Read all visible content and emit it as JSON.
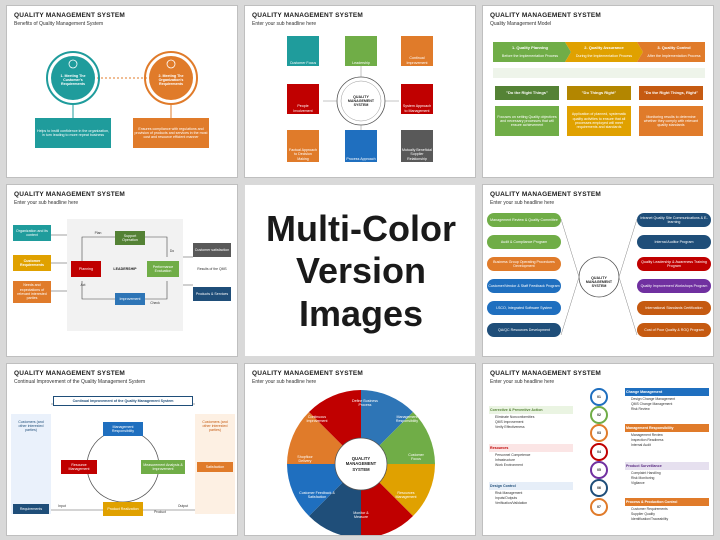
{
  "center_caption": "Multi-Color\nVersion Images",
  "slides": {
    "s1": {
      "title": "QUALITY MANAGEMENT SYSTEM",
      "subtitle": "Benefits of Quality Management System",
      "left_circle": "1. Meeting The Customer's Requirements",
      "right_circle": "2. Meeting The Organization's Requirements",
      "left_box": "Helps to instill confidence in the organization, in turn leading to more repeat business",
      "right_box": "Ensures compliance with regulations and provision of products and services in the most cost and resource efficient manner"
    },
    "s2": {
      "title": "QUALITY MANAGEMENT SYSTEM",
      "subtitle": "Enter your sub headline here",
      "center": "QUALITY MANAGEMENT SYSTEM",
      "items": [
        "Customer Focus",
        "Leadership",
        "Continual Improvement",
        "People Involvement",
        "System Approach to Management",
        "Factual Approach to Decision Making",
        "Process Approach",
        "Mutually Beneficial Supplier Relationship"
      ]
    },
    "s3": {
      "title": "QUALITY MANAGEMENT SYSTEM",
      "subtitle": "Quality Management Model",
      "steps": [
        {
          "head": "1. Quality Planning",
          "sub": "Before the Implementation Process",
          "quote": "\"Do the Right Things\"",
          "body": "Focuses on setting Quality objectives and necessary processes that will ensure achievement"
        },
        {
          "head": "2. Quality Assurance",
          "sub": "During the Implementation Process",
          "quote": "\"Do Things Right\"",
          "body": "Application of planned, systematic quality activities to ensure that all processes employed will meet requirements and standards"
        },
        {
          "head": "3. Quality Control",
          "sub": "After the Implementation Process",
          "quote": "\"Do the Right Things, Right\"",
          "body": "Monitoring results to determine whether they comply with relevant quality standards"
        }
      ]
    },
    "s4": {
      "title": "QUALITY MANAGEMENT SYSTEM",
      "subtitle": "Enter your sub headline here",
      "left_items": [
        "Organization and its context",
        "Customer Requirements",
        "Needs and expectations of relevant interested parties"
      ],
      "plan": "Plan",
      "do": "Do",
      "act": "Act",
      "check": "Check",
      "support": "Support Operation",
      "planning": "Planning",
      "leadership": "LEADERSHIP",
      "performance": "Performance Evaluation",
      "improvement": "Improvement",
      "right_top": "Customer satisfaction",
      "right_mid": "Results of the QMS",
      "right_bottom": "Products & Services"
    },
    "s6": {
      "title": "QUALITY MANAGEMENT SYSTEM",
      "subtitle": "Enter your sub headline here",
      "center": "QUALITY MANAGEMENT SYSTEM",
      "left": [
        "Management Review & Quality Committee",
        "Audit & Compliance Program",
        "Business Group Operating Procedures Development",
        "Customer/Vendor & Staff Feedback Program",
        "I-SCO, Integrated Software System",
        "QA/QC Resources Development"
      ],
      "right": [
        "Intranet Quality Site Communications & E-learning",
        "Internal Auditor Program",
        "Quality Leadership & Awareness Training Program",
        "Quality Improvement Workshops Program",
        "International Standards Certification",
        "Cost of Poor Quality & ROQ Program"
      ]
    },
    "s7": {
      "title": "QUALITY MANAGEMENT SYSTEM",
      "subtitle": "Continual Improvement of the Quality Management System",
      "banner": "Continual Improvement of the Quality Management System",
      "customers_left": "Customers (and other interested parties)",
      "customers_right": "Customers (and other interested parties)",
      "requirements": "Requirements",
      "satisfaction": "Satisfaction",
      "mgmt": "Management Responsibility",
      "resource": "Resource Management",
      "measure": "Measurement Analysis & Improvement",
      "product": "Product Realization",
      "input": "Input",
      "output": "Output",
      "product_label": "Product"
    },
    "s8": {
      "title": "QUALITY MANAGEMENT SYSTEM",
      "subtitle": "Enter your sub headline here",
      "center": "QUALITY MANAGEMENT SYSTEM",
      "segments": [
        "Define Business Process",
        "Management Responsibility",
        "Customer Focus",
        "Resources Management",
        "Monitor & Measure",
        "Customer Feedback & Satisfaction",
        "Shopfloor Delivery",
        "Continuous Improvement"
      ]
    },
    "s9": {
      "title": "QUALITY MANAGEMENT SYSTEM",
      "subtitle": "Enter your sub headline here",
      "nums": [
        "01",
        "02",
        "03",
        "04",
        "05",
        "06",
        "07"
      ],
      "left_blocks": [
        {
          "head": "Corrective & Preventive Action",
          "items": [
            "Eliminate Nonconformities",
            "QMS Improvement",
            "Verify Effectiveness"
          ]
        },
        {
          "head": "Resources",
          "items": [
            "Personnel Competence",
            "Infrastructure",
            "Work Environment"
          ]
        },
        {
          "head": "Design Control",
          "items": [
            "Risk Management",
            "Inputs/Outputs",
            "Verification/Validation"
          ]
        }
      ],
      "right_blocks": [
        {
          "head": "Change Management",
          "items": [
            "Design Change Management",
            "QMS Change Management",
            "Risk Review"
          ]
        },
        {
          "head": "Management Responsibility",
          "items": [
            "Management Review",
            "Inspection Readiness",
            "Internal Audit"
          ]
        },
        {
          "head": "Product Surveillance",
          "items": [
            "Complaint Handling",
            "Risk Monitoring",
            "Vigilance"
          ]
        },
        {
          "head": "Process & Production Control",
          "items": [
            "Customer Requirements",
            "Supplier Quality",
            "Identification/Traceability"
          ]
        }
      ]
    }
  },
  "colors": {
    "green": "#70ad47",
    "dark_green": "#548235",
    "teal": "#1f9c9c",
    "blue": "#2e75b6",
    "navy": "#1f4e79",
    "orange": "#ed7d31",
    "amber": "#e0a100",
    "red": "#c00000",
    "grey": "#595959"
  }
}
